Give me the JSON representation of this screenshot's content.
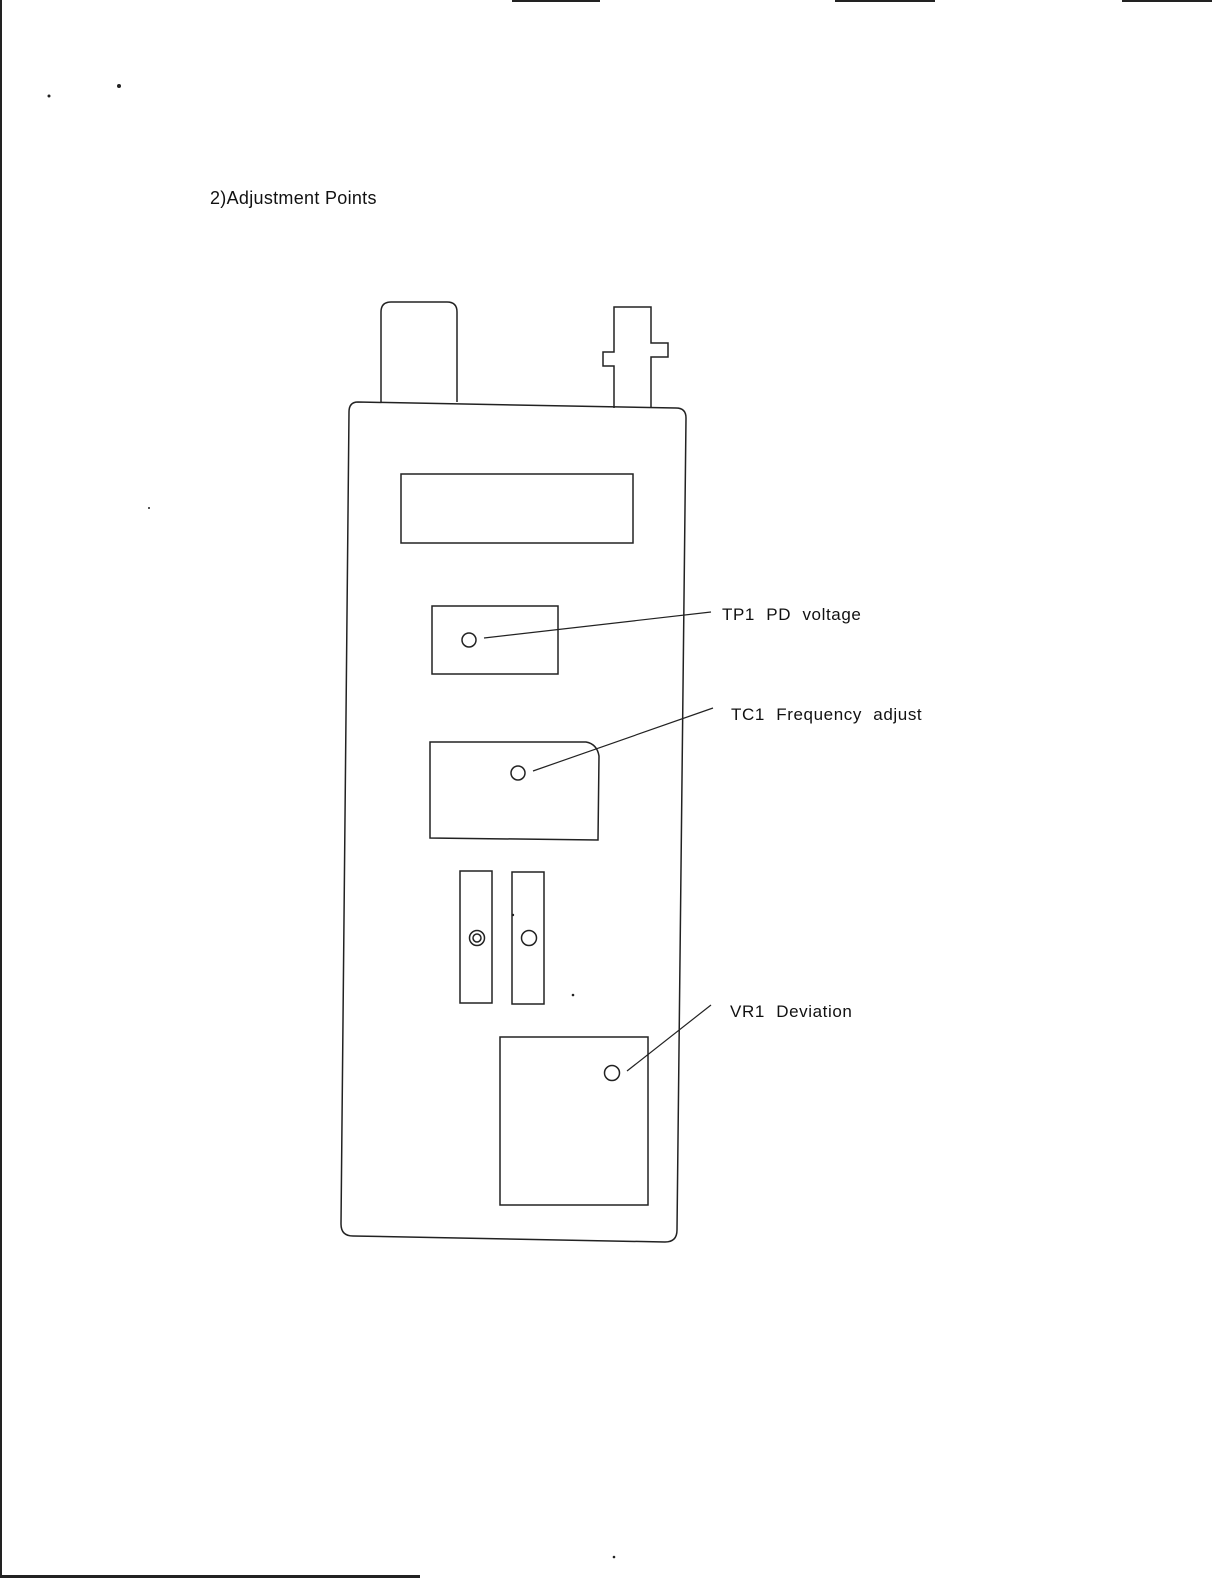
{
  "heading": "2)Adjustment Points",
  "callouts": [
    {
      "id": "tp1",
      "label": "TP1 PD voltage"
    },
    {
      "id": "tc1",
      "label": "TC1   Frequency adjust"
    },
    {
      "id": "vr1",
      "label": "VR1   Deviation"
    }
  ],
  "colors": {
    "line": "#222222",
    "paper": "#ffffff"
  }
}
